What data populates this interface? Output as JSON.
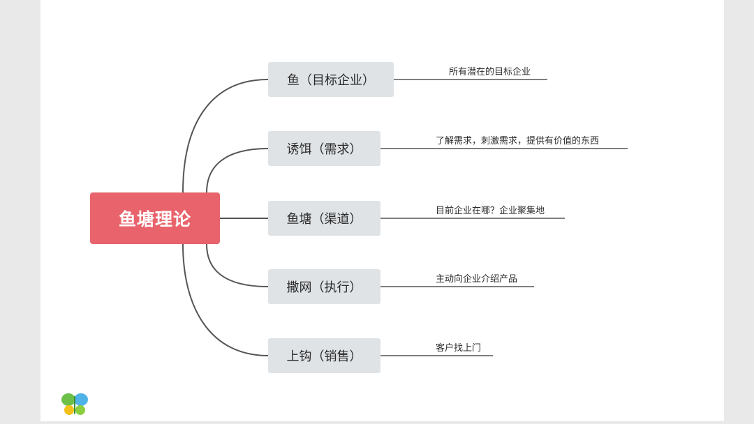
{
  "root": {
    "label": "鱼塘理论"
  },
  "branches": [
    {
      "label": "鱼（目标企业）",
      "note": "所有潜在的目标企业"
    },
    {
      "label": "诱饵（需求）",
      "note": "了解需求，刺激需求，提供有价值的东西"
    },
    {
      "label": "鱼塘（渠道）",
      "note": "目前企业在哪？企业聚集地"
    },
    {
      "label": "撒网（执行）",
      "note": "主动向企业介绍产品"
    },
    {
      "label": "上钩（销售）",
      "note": "客户找上门"
    }
  ],
  "colors": {
    "root_fill": "#e8636b",
    "branch_fill": "#dfe3e6",
    "connector": "#555555"
  },
  "logo": {
    "icon": "butterfly-logo-icon"
  }
}
